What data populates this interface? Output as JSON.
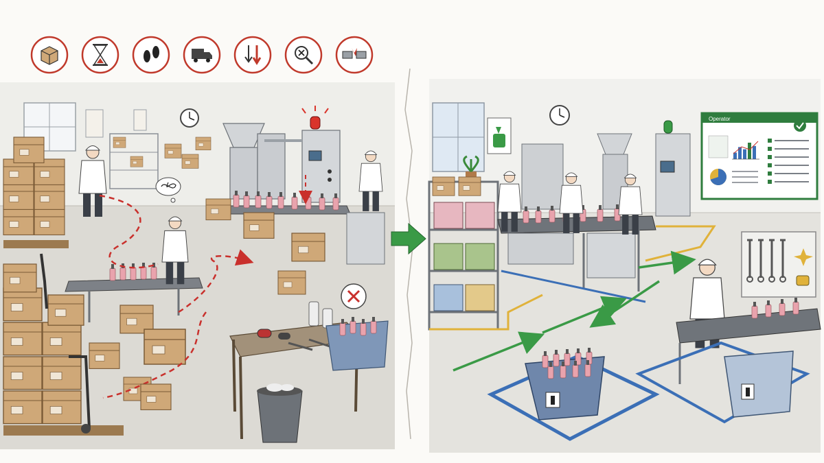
{
  "waste_icons": [
    {
      "name": "inventory-box-icon",
      "symbol": "box"
    },
    {
      "name": "waiting-hourglass-icon",
      "symbol": "hourglass"
    },
    {
      "name": "motion-footprints-icon",
      "symbol": "footprints"
    },
    {
      "name": "transport-truck-icon",
      "symbol": "truck"
    },
    {
      "name": "overprocessing-arrows-icon",
      "symbol": "arrows"
    },
    {
      "name": "defects-magnifier-icon",
      "symbol": "magnifier"
    },
    {
      "name": "broken-pipe-icon",
      "symbol": "pipe"
    }
  ],
  "colors": {
    "icon_ring": "#c0392b",
    "waste_path": "#c9302c",
    "flow_arrow": "#3a9a46",
    "floor_blue": "#3b6fb6",
    "floor_yellow": "#e0b23a",
    "bottle_pink": "#e9a3ad",
    "board_green": "#2f7d3e",
    "box_kraft": "#cfa878",
    "steel": "#c9ccd0"
  },
  "board": {
    "header": "Operator",
    "bar_values": [
      0.3,
      0.55,
      0.45,
      0.75,
      0.6
    ],
    "pie_fraction": 0.7
  },
  "transition_arrow": "right-arrow"
}
